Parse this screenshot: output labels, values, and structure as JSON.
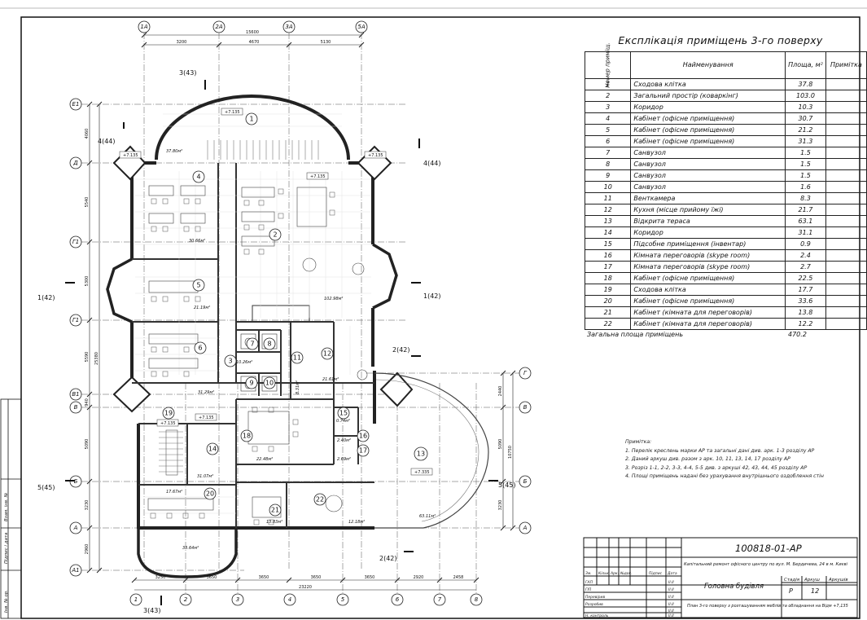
{
  "title": "Експлікація приміщень 3-го поверху",
  "table": {
    "headers": {
      "num": "Номер приміщ.",
      "name": "Найменування",
      "area": "Площа, м²",
      "note": "Примітка"
    },
    "rows": [
      {
        "n": "1",
        "name": "Сходова клітка",
        "area": "37.8"
      },
      {
        "n": "2",
        "name": "Загальний простір (коваркінг)",
        "area": "103.0"
      },
      {
        "n": "3",
        "name": "Коридор",
        "area": "10.3"
      },
      {
        "n": "4",
        "name": "Кабінет (офісне приміщення)",
        "area": "30.7"
      },
      {
        "n": "5",
        "name": "Кабінет (офісне приміщення)",
        "area": "21.2"
      },
      {
        "n": "6",
        "name": "Кабінет (офісне приміщення)",
        "area": "31.3"
      },
      {
        "n": "7",
        "name": "Санвузол",
        "area": "1.5"
      },
      {
        "n": "8",
        "name": "Санвузол",
        "area": "1.5"
      },
      {
        "n": "9",
        "name": "Санвузол",
        "area": "1.5"
      },
      {
        "n": "10",
        "name": "Санвузол",
        "area": "1.6"
      },
      {
        "n": "11",
        "name": "Венткамера",
        "area": "8.3"
      },
      {
        "n": "12",
        "name": "Кухня (місце прийому їжі)",
        "area": "21.7"
      },
      {
        "n": "13",
        "name": "Відкрита тераса",
        "area": "63.1"
      },
      {
        "n": "14",
        "name": "Коридор",
        "area": "31.1"
      },
      {
        "n": "15",
        "name": "Підсобне приміщення (інвентар)",
        "area": "0.9"
      },
      {
        "n": "16",
        "name": "Кімната переговорів (skype room)",
        "area": "2.4"
      },
      {
        "n": "17",
        "name": "Кімната переговорів (skype room)",
        "area": "2.7"
      },
      {
        "n": "18",
        "name": "Кабінет (офісне приміщення)",
        "area": "22.5"
      },
      {
        "n": "19",
        "name": "Сходова клітка",
        "area": "17.7"
      },
      {
        "n": "20",
        "name": "Кабінет (офісне приміщення)",
        "area": "33.6"
      },
      {
        "n": "21",
        "name": "Кабінет (кімната для переговорів)",
        "area": "13.8"
      },
      {
        "n": "22",
        "name": "Кабінет (кімната для переговорів)",
        "area": "12.2"
      }
    ],
    "total_label": "Загальна площа приміщень",
    "total_value": "470.2"
  },
  "notes": [
    "Примітка:",
    "1. Перелік креслень марки АР та загальні дані див. арк. 1-3 розділу АР",
    "2. Даний аркуш див. разом з арк. 10, 11, 13, 14, 17 розділу АР",
    "3. Розріз 1-1, 2-2, 3-3, 4-4, 5-5 див. з аркуші 42, 43, 44, 45 розділу АР",
    "4. Площі приміщень надані без урахування внутрішнього оздоблення стін"
  ],
  "stamp": {
    "code": "100818-01-АР",
    "project": "Капітальний ремонт офісного центру по вул. М. Бердичева, 24 в м. Києві",
    "building": "Головна будівля",
    "sheet_desc": "План 3-го поверху з розташуванням меблів та обладнання на Відм +7,135",
    "stage_label": "Стадія",
    "stage": "Р",
    "sheet_label": "Аркуш",
    "sheet": "12",
    "sheets_label": "Аркушів",
    "col_headers": [
      "Зм.",
      "Кільк.",
      "Арк.",
      "№док.",
      "Підпис",
      "Дата"
    ],
    "roles": [
      "ГАП",
      "ГІП",
      "Перевірив",
      "Розробив",
      "",
      "Н. контроль"
    ],
    "role_mark": "ІІ.ІІ",
    "side_labels": [
      "Інв. № ор.",
      "Підпис і дата",
      "Взам. інв. №"
    ]
  },
  "plan": {
    "grid_cols_top": [
      "1А",
      "2А",
      "3А",
      "5А"
    ],
    "grid_cols_bottom": [
      "1",
      "2",
      "3",
      "4",
      "5",
      "6",
      "7",
      "8"
    ],
    "grid_rows": [
      "Е1",
      "Д",
      "Г1",
      "Г1",
      "В1",
      "В",
      "Б",
      "А",
      "А1"
    ],
    "right_rows": [
      "Г",
      "В",
      "Б",
      "А"
    ],
    "dims_top": [
      "15600",
      "3200",
      "4670",
      "5130"
    ],
    "dims_bottom": [
      "3250",
      "3650",
      "3650",
      "3650",
      "3650",
      "2920",
      "2458"
    ],
    "dim_bottom_total": "23220",
    "dims_left": [
      "4060",
      "5540",
      "5300",
      "5590",
      "940",
      "5090",
      "3230",
      "2960"
    ],
    "dim_left_total": "25380",
    "dims_right": [
      "2440",
      "5090",
      "3230"
    ],
    "dim_right_total": "10750",
    "section_marks": [
      "3(43)",
      "4(44)",
      "4(44)",
      "1(42)",
      "1(42)",
      "2(42)",
      "2(42)",
      "5(45)",
      "5(45)",
      "3(43)"
    ],
    "levels": [
      "+7.135",
      "+7.135",
      "+7.135",
      "+7.135",
      "+7.135",
      "+7.135",
      "+7.335"
    ],
    "room_areas": [
      "37.80м²",
      "30.66м²",
      "21.19м²",
      "31.29м²",
      "102.98м²",
      "10.26м²",
      "21.61м²",
      "8.31м²",
      "22.48м²",
      "31.07м²",
      "17.67м²",
      "33.64м²",
      "13.83м²",
      "12.18м²",
      "63.11м²",
      "0.74м²",
      "2.40м²",
      "2.69м²"
    ]
  }
}
